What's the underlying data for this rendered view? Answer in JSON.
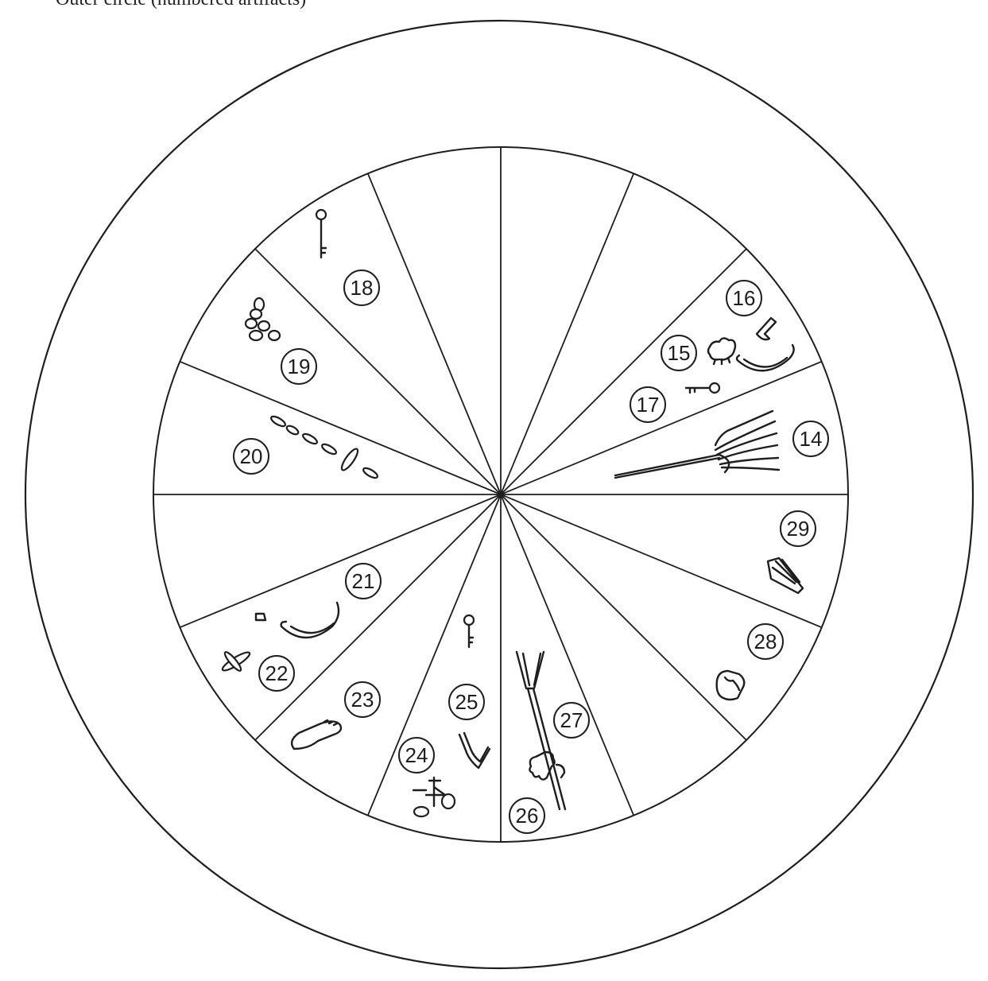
{
  "caption": "Outer circle (numbered artifacts)",
  "labels": [
    {
      "number": "14",
      "symbol": "comb-icon"
    },
    {
      "number": "15",
      "symbol": "hand-icon"
    },
    {
      "number": "16",
      "symbol": "hook-icon"
    },
    {
      "number": "17",
      "symbol": "key-icon"
    },
    {
      "number": "18",
      "symbol": "key-icon"
    },
    {
      "number": "19",
      "symbol": "beads-icon"
    },
    {
      "number": "20",
      "symbol": "chain-icon"
    },
    {
      "number": "21",
      "symbol": "sickle-icon"
    },
    {
      "number": "22",
      "symbol": "cross-icon"
    },
    {
      "number": "23",
      "symbol": "foot-icon"
    },
    {
      "number": "24",
      "symbol": "scales-icon"
    },
    {
      "number": "25",
      "symbol": "bracket-icon"
    },
    {
      "number": "26",
      "symbol": "animal-icon"
    },
    {
      "number": "27",
      "symbol": "fork-icon"
    },
    {
      "number": "28",
      "symbol": "fist-icon"
    },
    {
      "number": "29",
      "symbol": "hand-icon"
    }
  ]
}
